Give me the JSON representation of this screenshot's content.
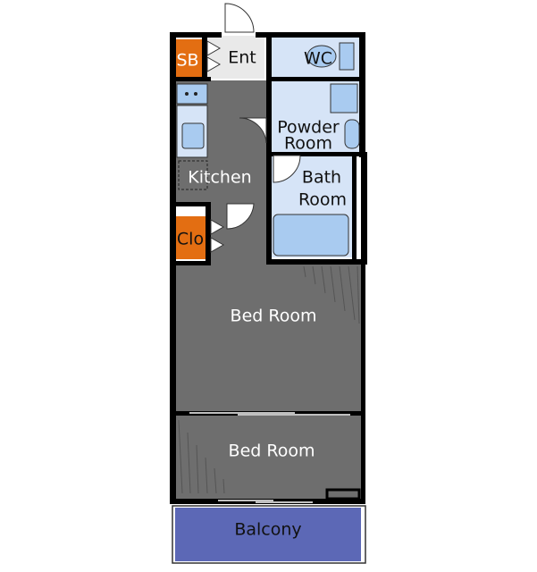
{
  "floor_plan": {
    "rooms": {
      "sb": "SB",
      "entrance": "Ent",
      "wc": "WC",
      "kitchen": "Kitchen",
      "powder_room_1": "Powder",
      "powder_room_2": "Room",
      "bath_room_1": "Bath",
      "bath_room_2": "Room",
      "closet": "Clo",
      "bed_room_1": "Bed Room",
      "bed_room_2": "Bed Room",
      "balcony": "Balcony"
    },
    "colors": {
      "wall": "#000000",
      "floor": "#6e6e6e",
      "entrance_floor": "#e9e9e9",
      "wet_area": "#d6e4f7",
      "fixture": "#a9cbf0",
      "storage": "#e36e12",
      "balcony": "#5c68b6"
    }
  }
}
